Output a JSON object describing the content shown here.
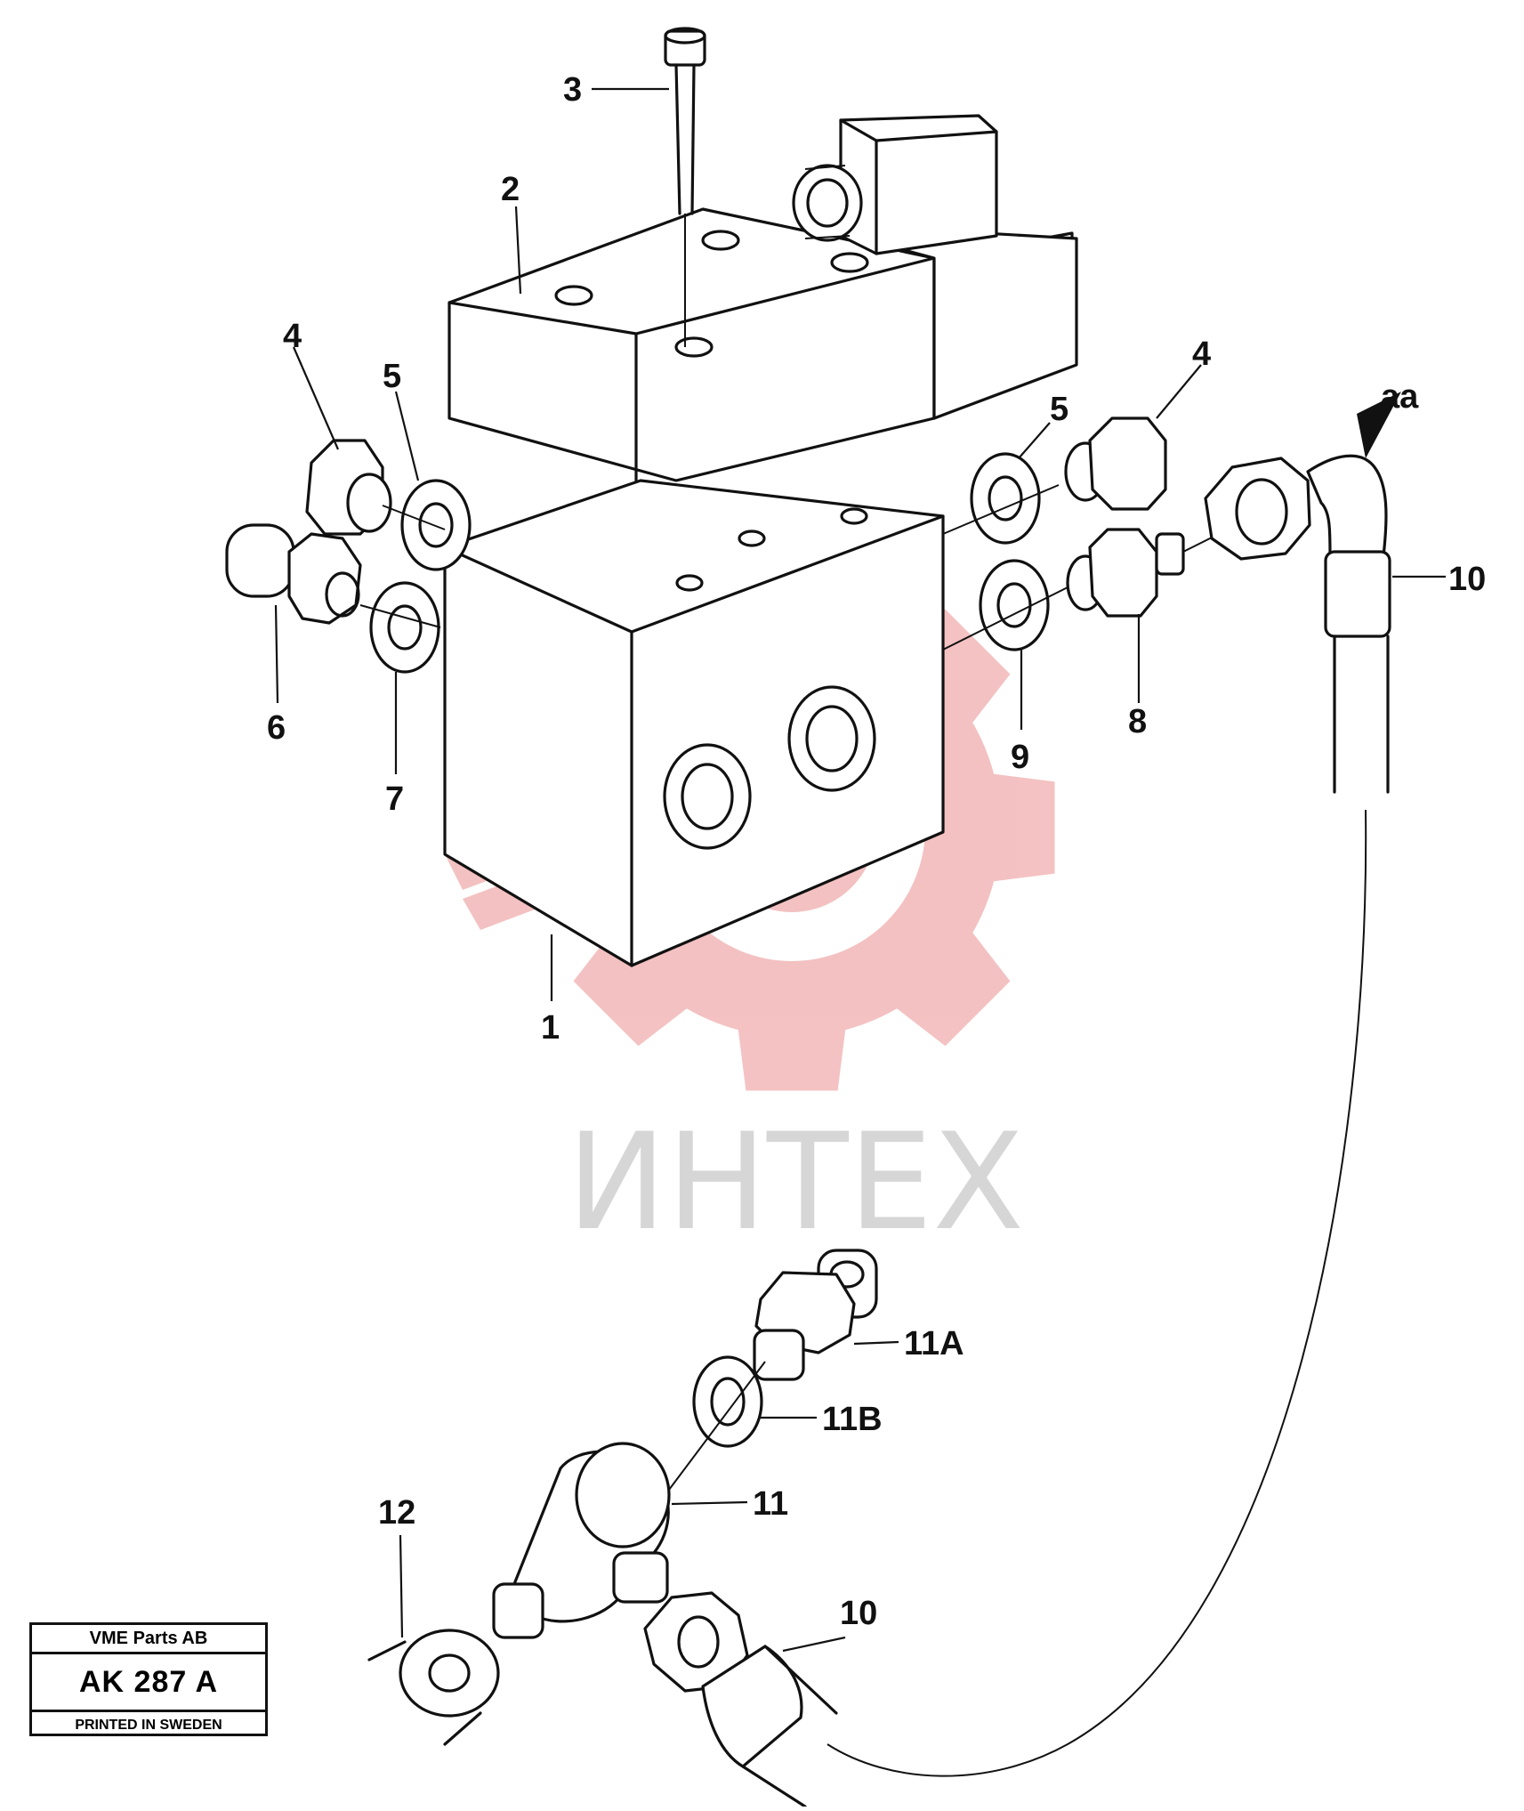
{
  "watermark": {
    "text": "ИНТЕХ",
    "gear_color": "#f2b7b7",
    "text_color": "#d6d6d6"
  },
  "callouts": {
    "c1": "1",
    "c2": "2",
    "c3": "3",
    "c4_left": "4",
    "c4_right": "4",
    "c5_left": "5",
    "c5_right": "5",
    "c6": "6",
    "c7": "7",
    "c8": "8",
    "c9": "9",
    "c10_top": "10",
    "c10_bottom": "10",
    "c11": "11",
    "c11a": "11A",
    "c11b": "11B",
    "c12": "12",
    "aa": "aa"
  },
  "stamp": {
    "company": "VME Parts AB",
    "code": "AK 287 A",
    "printed": "PRINTED IN SWEDEN"
  }
}
